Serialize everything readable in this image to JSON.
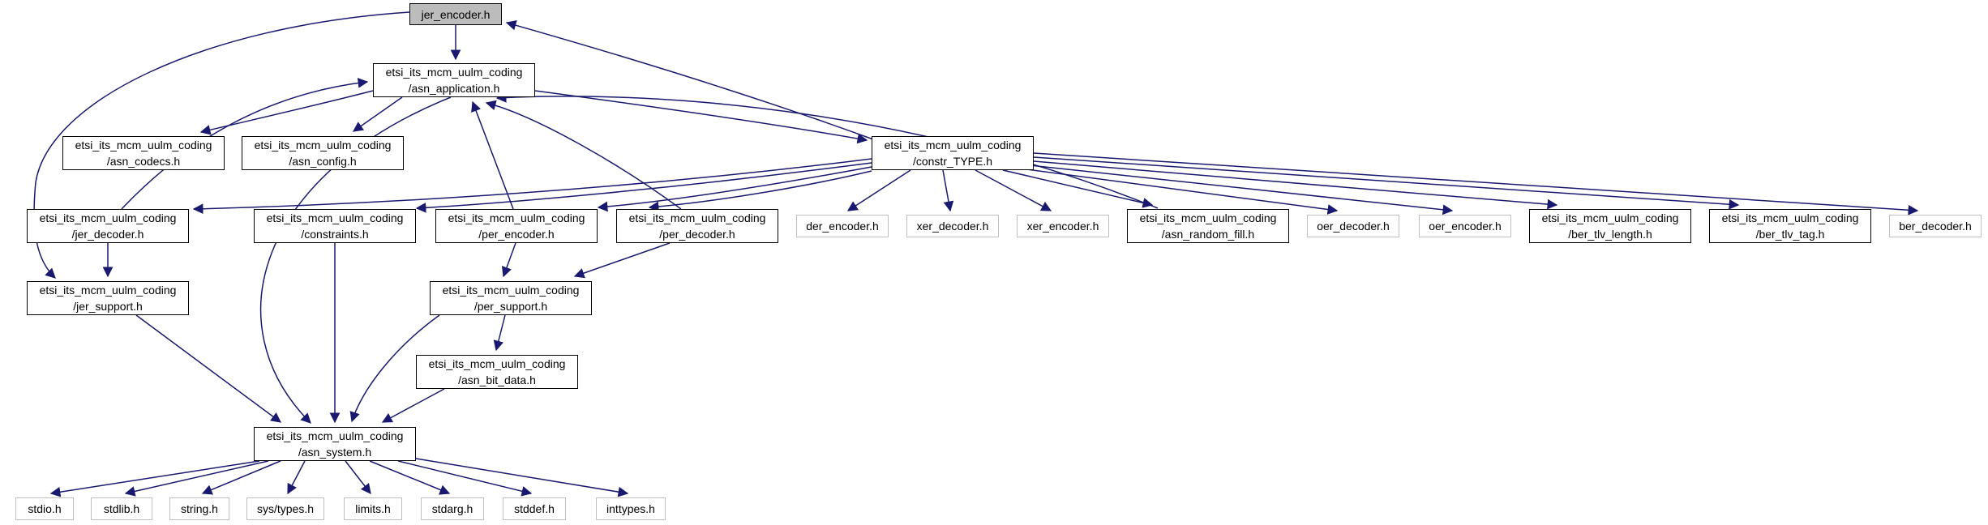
{
  "diagram": {
    "kind": "include dependency graph",
    "root_file": "jer_encoder.h",
    "package_prefix": "etsi_its_mcm_uulm_coding"
  },
  "colors": {
    "edge": "#191970",
    "documented_node_border": "#000000",
    "external_node_border": "#bfbfbf",
    "root_node_fill": "#bcbcbc",
    "node_fill": "#ffffff",
    "text": "#000000",
    "background": "#ffffff"
  },
  "nodes": {
    "jer_encoder": {
      "line1": "jer_encoder.h"
    },
    "asn_application": {
      "line1": "etsi_its_mcm_uulm_coding",
      "line2": "/asn_application.h"
    },
    "asn_codecs": {
      "line1": "etsi_its_mcm_uulm_coding",
      "line2": "/asn_codecs.h"
    },
    "asn_config": {
      "line1": "etsi_its_mcm_uulm_coding",
      "line2": "/asn_config.h"
    },
    "constr_TYPE": {
      "line1": "etsi_its_mcm_uulm_coding",
      "line2": "/constr_TYPE.h"
    },
    "jer_decoder": {
      "line1": "etsi_its_mcm_uulm_coding",
      "line2": "/jer_decoder.h"
    },
    "constraints": {
      "line1": "etsi_its_mcm_uulm_coding",
      "line2": "/constraints.h"
    },
    "per_encoder": {
      "line1": "etsi_its_mcm_uulm_coding",
      "line2": "/per_encoder.h"
    },
    "per_decoder": {
      "line1": "etsi_its_mcm_uulm_coding",
      "line2": "/per_decoder.h"
    },
    "der_encoder": {
      "line1": "der_encoder.h"
    },
    "xer_decoder": {
      "line1": "xer_decoder.h"
    },
    "xer_encoder": {
      "line1": "xer_encoder.h"
    },
    "asn_random_fill": {
      "line1": "etsi_its_mcm_uulm_coding",
      "line2": "/asn_random_fill.h"
    },
    "oer_decoder": {
      "line1": "oer_decoder.h"
    },
    "oer_encoder": {
      "line1": "oer_encoder.h"
    },
    "ber_tlv_length": {
      "line1": "etsi_its_mcm_uulm_coding",
      "line2": "/ber_tlv_length.h"
    },
    "ber_tlv_tag": {
      "line1": "etsi_its_mcm_uulm_coding",
      "line2": "/ber_tlv_tag.h"
    },
    "ber_decoder": {
      "line1": "ber_decoder.h"
    },
    "jer_support": {
      "line1": "etsi_its_mcm_uulm_coding",
      "line2": "/jer_support.h"
    },
    "per_support": {
      "line1": "etsi_its_mcm_uulm_coding",
      "line2": "/per_support.h"
    },
    "asn_bit_data": {
      "line1": "etsi_its_mcm_uulm_coding",
      "line2": "/asn_bit_data.h"
    },
    "asn_system": {
      "line1": "etsi_its_mcm_uulm_coding",
      "line2": "/asn_system.h"
    },
    "stdio": {
      "line1": "stdio.h"
    },
    "stdlib": {
      "line1": "stdlib.h"
    },
    "string": {
      "line1": "string.h"
    },
    "sys_types": {
      "line1": "sys/types.h"
    },
    "limits": {
      "line1": "limits.h"
    },
    "stdarg": {
      "line1": "stdarg.h"
    },
    "stddef": {
      "line1": "stddef.h"
    },
    "inttypes": {
      "line1": "inttypes.h"
    }
  },
  "edges": [
    {
      "from": "jer_encoder",
      "to": "asn_application"
    },
    {
      "from": "jer_encoder",
      "to": "jer_support"
    },
    {
      "from": "constr_TYPE",
      "to": "jer_encoder"
    },
    {
      "from": "asn_application",
      "to": "asn_codecs"
    },
    {
      "from": "asn_application",
      "to": "asn_config"
    },
    {
      "from": "asn_application",
      "to": "constr_TYPE"
    },
    {
      "from": "asn_application",
      "to": "asn_system"
    },
    {
      "from": "jer_decoder",
      "to": "asn_application"
    },
    {
      "from": "per_encoder",
      "to": "asn_application"
    },
    {
      "from": "per_decoder",
      "to": "asn_application"
    },
    {
      "from": "asn_random_fill",
      "to": "asn_application"
    },
    {
      "from": "jer_decoder",
      "to": "jer_support"
    },
    {
      "from": "jer_support",
      "to": "asn_system"
    },
    {
      "from": "constraints",
      "to": "asn_system"
    },
    {
      "from": "constr_TYPE",
      "to": "jer_decoder"
    },
    {
      "from": "constr_TYPE",
      "to": "constraints"
    },
    {
      "from": "constr_TYPE",
      "to": "per_encoder"
    },
    {
      "from": "constr_TYPE",
      "to": "per_decoder"
    },
    {
      "from": "constr_TYPE",
      "to": "der_encoder"
    },
    {
      "from": "constr_TYPE",
      "to": "xer_decoder"
    },
    {
      "from": "constr_TYPE",
      "to": "xer_encoder"
    },
    {
      "from": "constr_TYPE",
      "to": "asn_random_fill"
    },
    {
      "from": "constr_TYPE",
      "to": "oer_decoder"
    },
    {
      "from": "constr_TYPE",
      "to": "oer_encoder"
    },
    {
      "from": "constr_TYPE",
      "to": "ber_tlv_length"
    },
    {
      "from": "constr_TYPE",
      "to": "ber_tlv_tag"
    },
    {
      "from": "constr_TYPE",
      "to": "ber_decoder"
    },
    {
      "from": "per_encoder",
      "to": "per_support"
    },
    {
      "from": "per_decoder",
      "to": "per_support"
    },
    {
      "from": "per_support",
      "to": "asn_bit_data"
    },
    {
      "from": "per_support",
      "to": "asn_system"
    },
    {
      "from": "asn_bit_data",
      "to": "asn_system"
    },
    {
      "from": "asn_system",
      "to": "stdio"
    },
    {
      "from": "asn_system",
      "to": "stdlib"
    },
    {
      "from": "asn_system",
      "to": "string"
    },
    {
      "from": "asn_system",
      "to": "sys_types"
    },
    {
      "from": "asn_system",
      "to": "limits"
    },
    {
      "from": "asn_system",
      "to": "stdarg"
    },
    {
      "from": "asn_system",
      "to": "stddef"
    },
    {
      "from": "asn_system",
      "to": "inttypes"
    }
  ]
}
